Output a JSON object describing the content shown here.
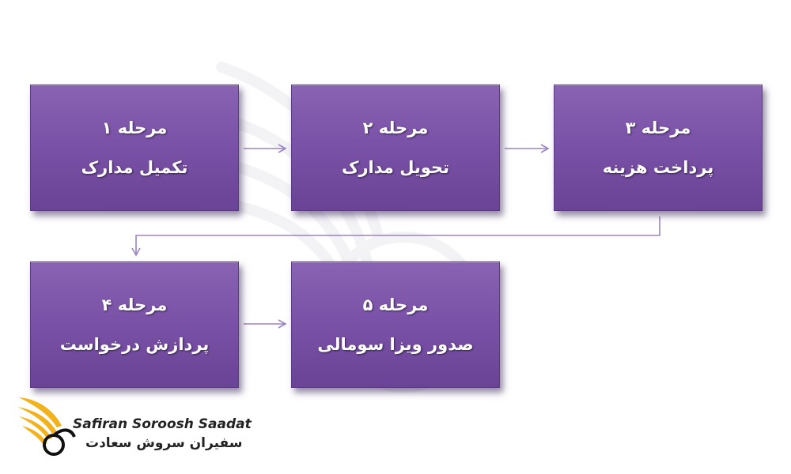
{
  "steps": [
    {
      "number": "مرحله ۱",
      "title": "تکمیل مدارک"
    },
    {
      "number": "مرحله ۲",
      "title": "تحویل مدارک"
    },
    {
      "number": "مرحله ۳",
      "title": "پرداخت هزینه"
    },
    {
      "number": "مرحله ۴",
      "title": "پردازش درخواست"
    },
    {
      "number": "مرحله ۵",
      "title": "صدور ویزا سومالی"
    }
  ],
  "brand": {
    "name_en": "Safiran Soroosh Saadat",
    "name_fa": "سفیران سروش سعادت"
  },
  "colors": {
    "box": "#7a52a7",
    "arrow": "#9a84c4",
    "logo_gold": "#f2b21b"
  }
}
